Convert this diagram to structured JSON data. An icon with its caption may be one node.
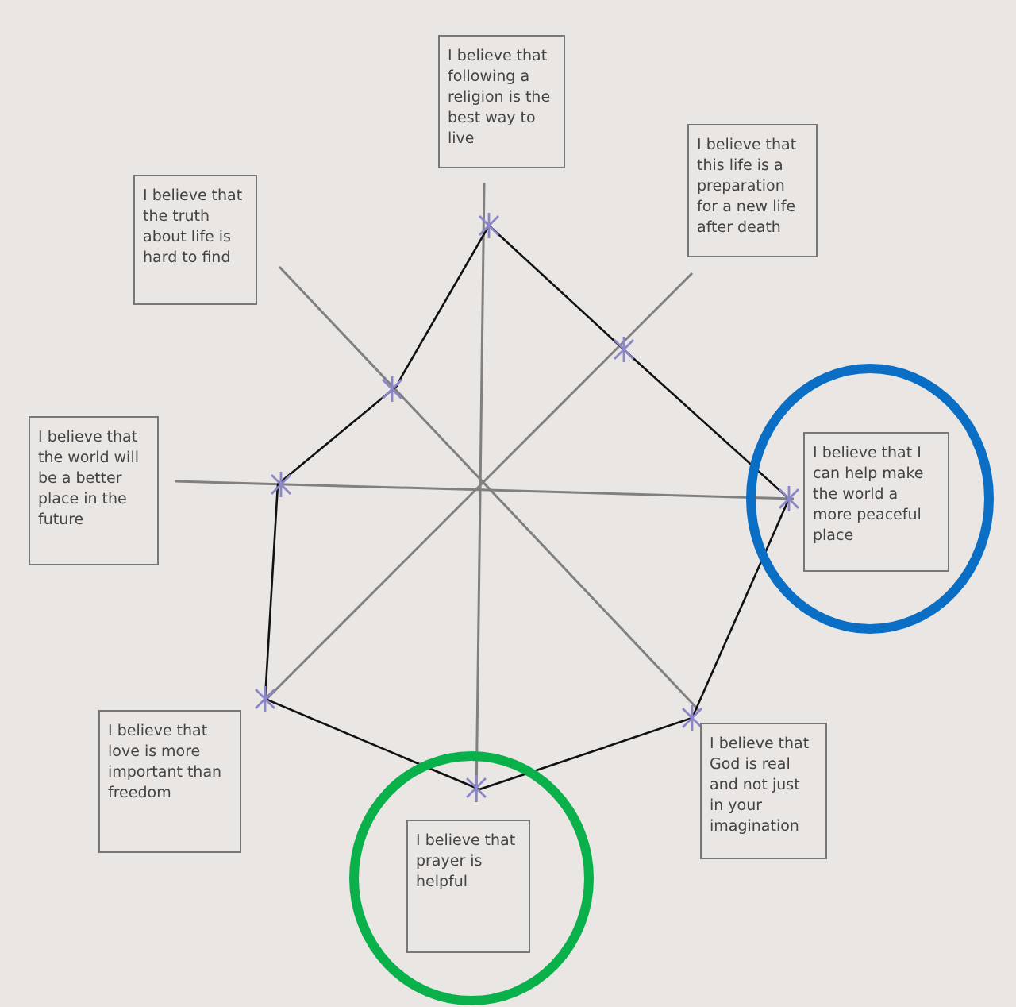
{
  "diagram": {
    "nodes": [
      {
        "text": [
          "I believe that following a religion is the best way to live"
        ]
      },
      {
        "text": [
          "I believe that the truth about life is hard to find"
        ]
      },
      {
        "text": [
          "I believe that this life is a preparation for a new life after death"
        ]
      },
      {
        "text": [
          "I believe that the world will be a better place in the future"
        ]
      },
      {
        "text": [
          "I believe that I can help make the world a more peaceful place"
        ]
      },
      {
        "text": [
          "I believe that love is more important than freedom"
        ]
      },
      {
        "text": [
          "I believe that God is real and not just in your imagination"
        ]
      },
      {
        "text": [
          "I believe that prayer is helpful"
        ]
      }
    ],
    "edges": []
  }
}
